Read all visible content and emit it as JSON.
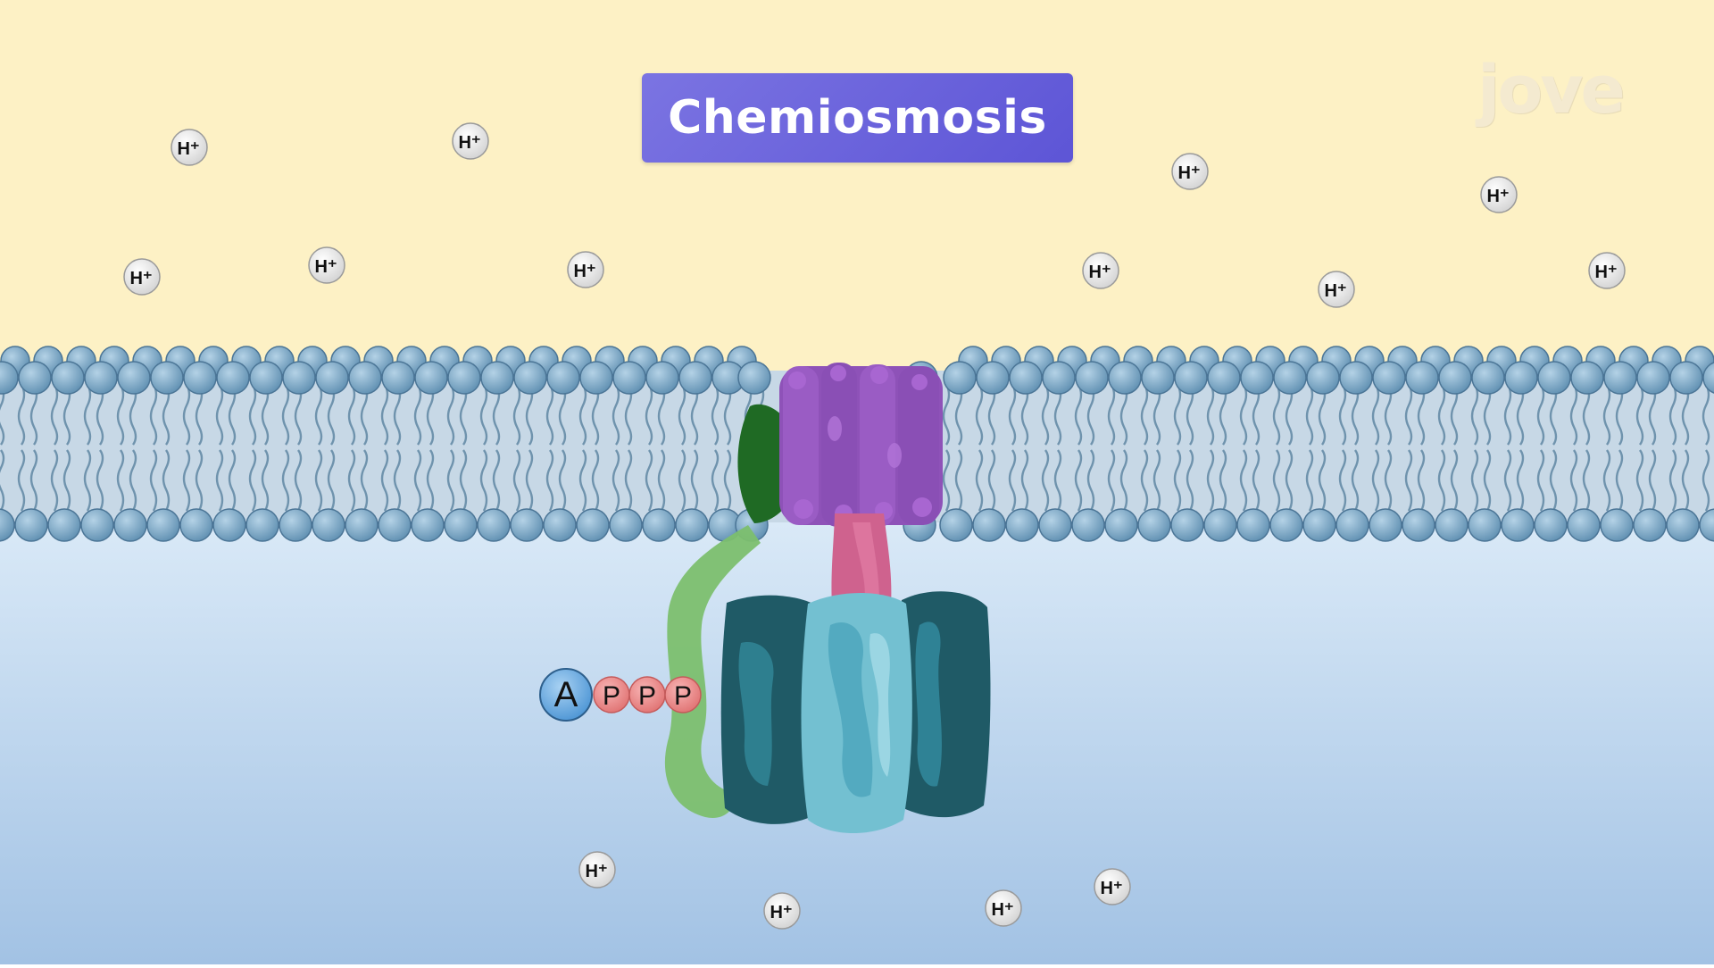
{
  "title": "Chemiosmosis",
  "logo": {
    "text": "jove"
  },
  "ion_label": "H⁺",
  "atp": {
    "base_label": "A",
    "phosphate_label": "P",
    "phosphate_count": 3
  },
  "colors": {
    "intermembrane_space": "#fdf1c5",
    "matrix_top": "#dcebf8",
    "matrix_bottom": "#a2c2e4",
    "phospholipid_head": "#7ea9c7",
    "title_background": "#6b63dc",
    "atp_synthase_dark": "#1f5a66",
    "atp_synthase_light": "#73c0d1",
    "stalk": "#cf628e",
    "rotor": "#8e52b8",
    "stator": "#7cbf6e",
    "phosphate": "#ec8b8b",
    "adenosine": "#6faee2"
  }
}
